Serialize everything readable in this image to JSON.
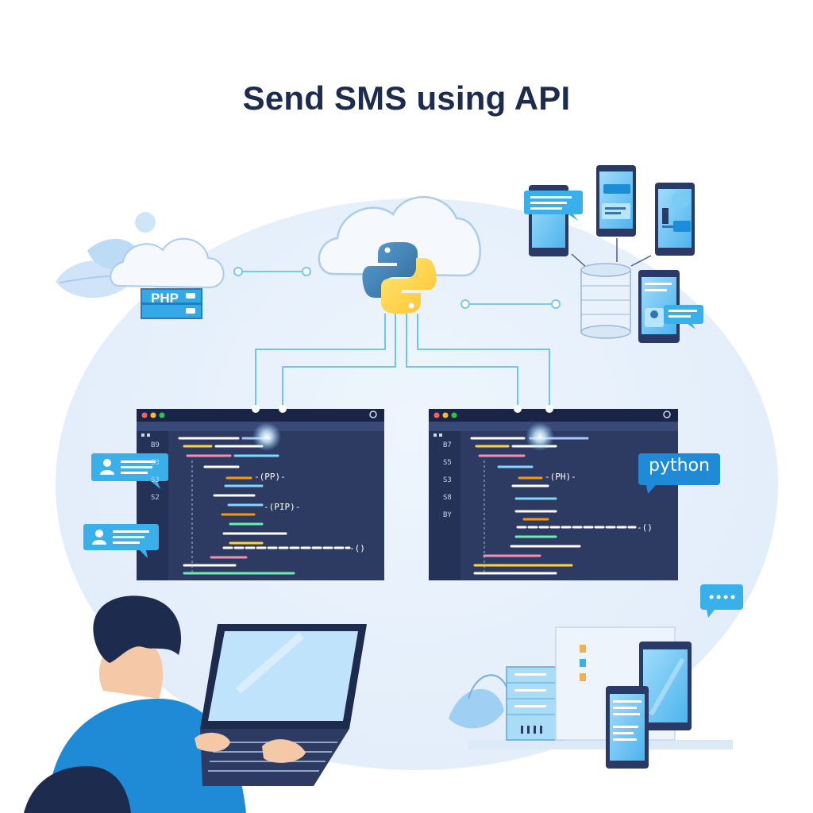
{
  "title": "Send SMS using API",
  "php_label": "PHP",
  "python_label": "python",
  "left_editor": {
    "line_numbers": [
      "B9",
      "S3",
      "S3",
      "S2"
    ],
    "snippets": [
      "-(PP)-",
      "-(PIP)-",
      "-()"
    ]
  },
  "right_editor": {
    "line_numbers": [
      "B7",
      "S5",
      "S3",
      "S8",
      "BY"
    ],
    "snippets": [
      "-(PH)-",
      "-()"
    ]
  },
  "icons": {
    "python_logo": "python-logo-icon",
    "cloud_left": "cloud-icon",
    "cloud_center": "cloud-icon",
    "database": "database-icon",
    "chat_bubble": "chat-bubble-icon",
    "laptop": "laptop-icon"
  },
  "colors": {
    "title": "#1d2b4f",
    "editor_bg": "#2d3b63",
    "editor_bar": "#1a2446",
    "accent_blue": "#34a9e6",
    "python_tag": "#1f8bd6",
    "python_blue": "#3776ab",
    "python_yellow": "#ffd43b"
  }
}
